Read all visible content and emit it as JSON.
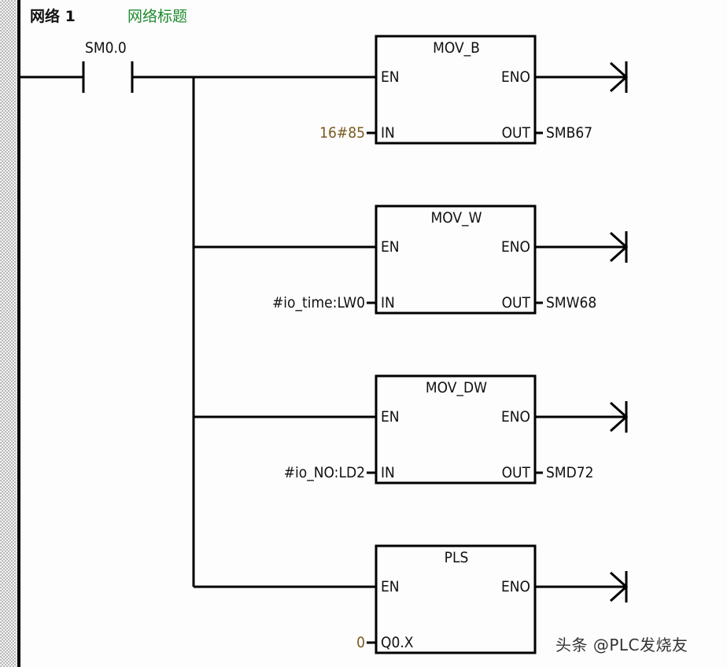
{
  "network": {
    "title": "网络 1",
    "comment": "网络标题"
  },
  "contact": {
    "address": "SM0.0",
    "type": "normally-open"
  },
  "blocks": [
    {
      "name": "MOV_B",
      "en_label": "EN",
      "eno_label": "ENO",
      "in_label": "IN",
      "out_label": "OUT",
      "in_value": "16#85",
      "in_is_constant": true,
      "out_value": "SMB67"
    },
    {
      "name": "MOV_W",
      "en_label": "EN",
      "eno_label": "ENO",
      "in_label": "IN",
      "out_label": "OUT",
      "in_value": "#io_time:LW0",
      "in_is_constant": false,
      "out_value": "SMW68"
    },
    {
      "name": "MOV_DW",
      "en_label": "EN",
      "eno_label": "ENO",
      "in_label": "IN",
      "out_label": "OUT",
      "in_value": "#io_NO:LD2",
      "in_is_constant": false,
      "out_value": "SMD72"
    },
    {
      "name": "PLS",
      "en_label": "EN",
      "eno_label": "ENO",
      "in_label": "Q0.X",
      "out_label": "",
      "in_value": "0",
      "in_is_constant": true,
      "out_value": ""
    }
  ],
  "watermark": "头条 @PLC发烧友",
  "colors": {
    "wire": "#000000",
    "comment": "#1f8a2e",
    "constant": "#7a5a1f"
  }
}
